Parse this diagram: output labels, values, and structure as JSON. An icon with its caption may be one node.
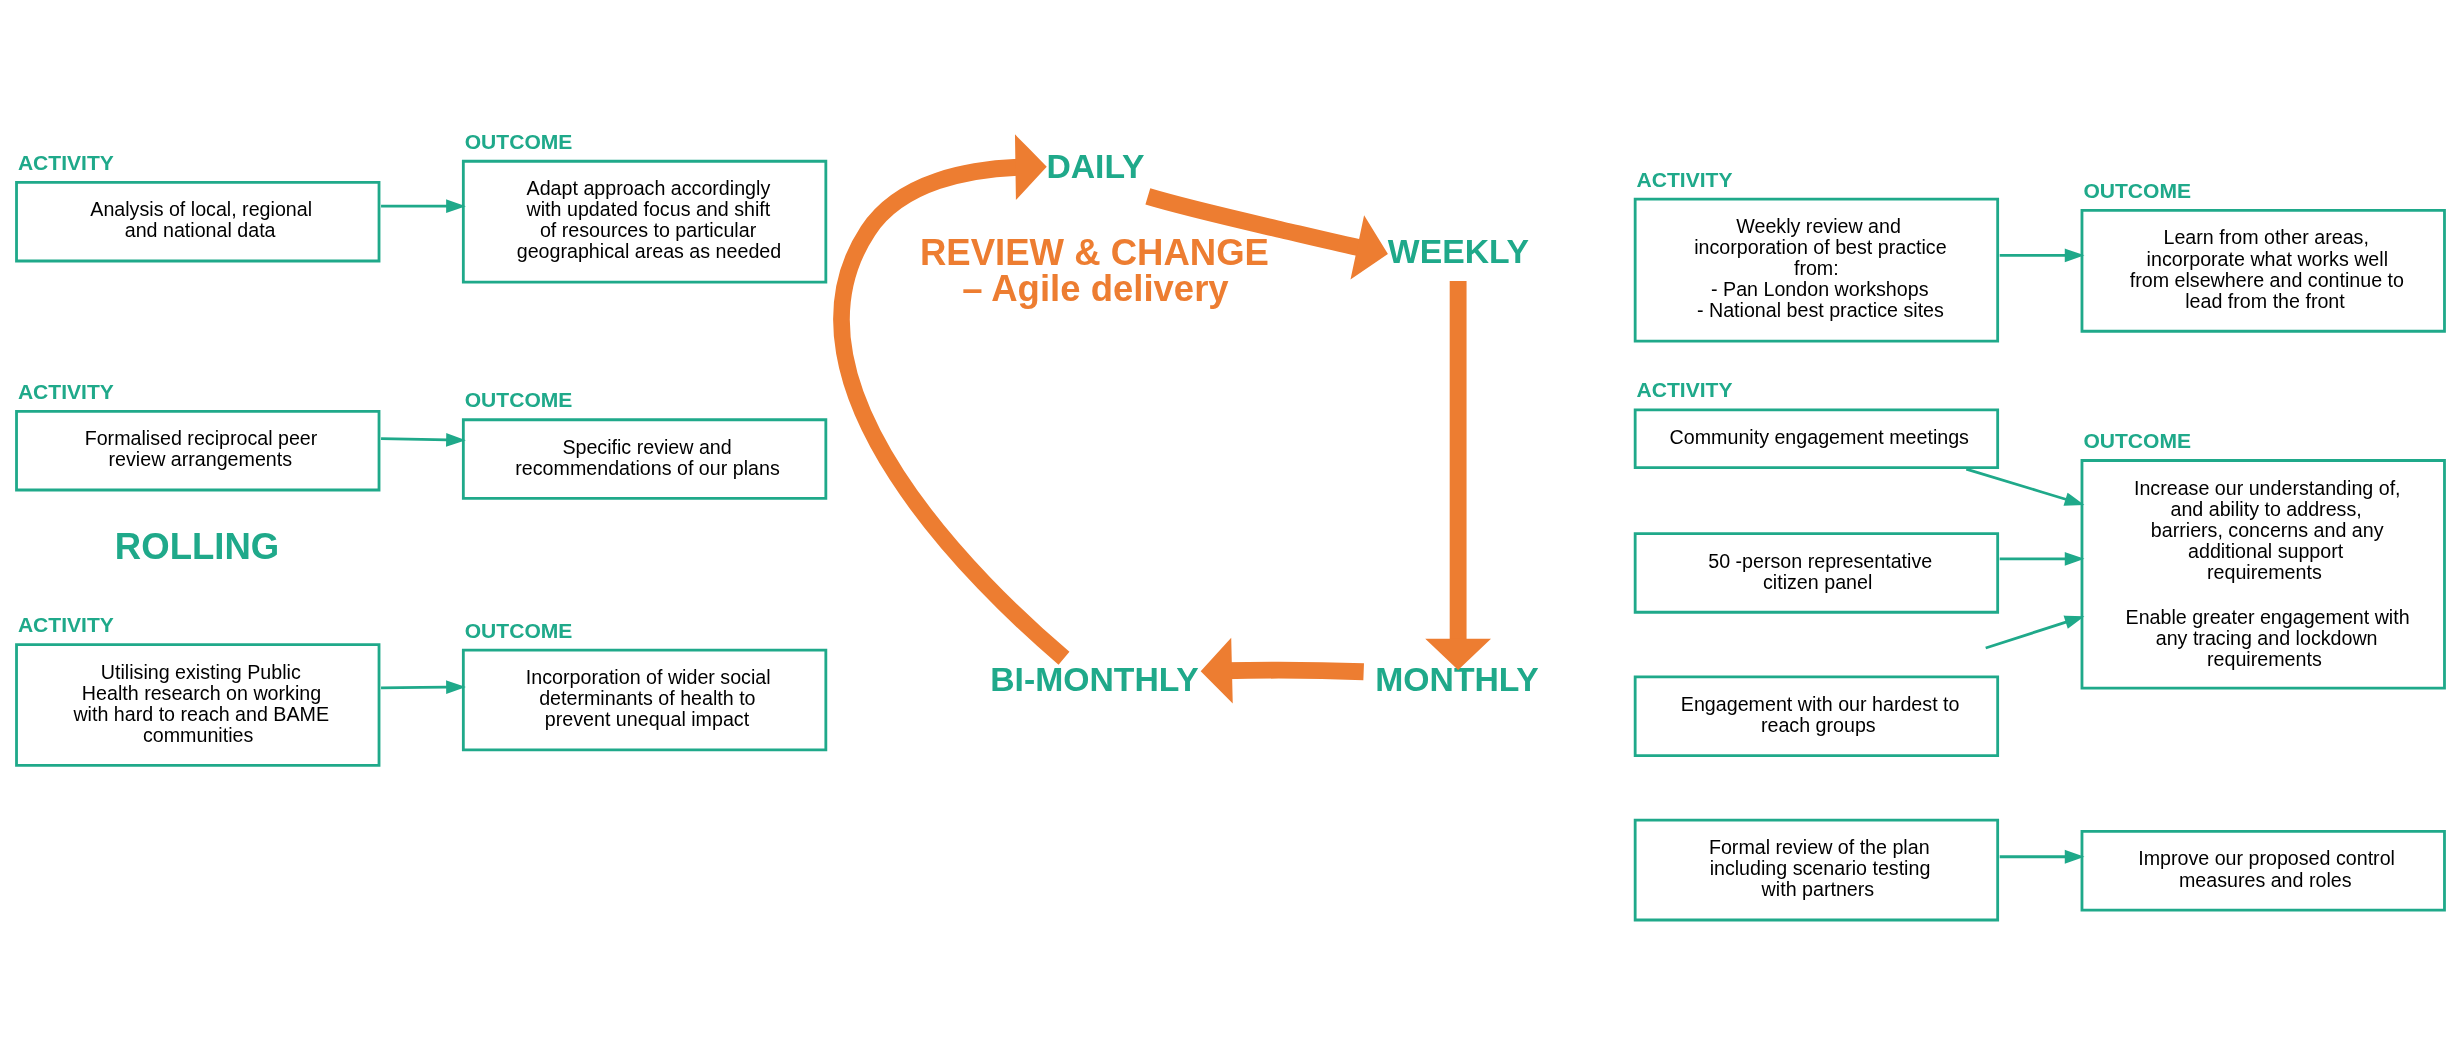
{
  "diagram": {
    "nodes": [
      {
        "text": [
          "ACTIVITY",
          "Analysis of local, regional and national data"
        ]
      },
      {
        "text": [
          "OUTCOME",
          "Adapt approach accordingly with updated focus and shift of resources to particular geographical areas as needed"
        ]
      },
      {
        "text": [
          "DAILY"
        ]
      },
      {
        "text": [
          "WEEKLY"
        ]
      },
      {
        "text": [
          "ACTIVITY",
          "Weekly review and incorporation of best practice from:",
          "- Pan London workshops",
          "- National best practice sites"
        ]
      },
      {
        "text": [
          "OUTCOME",
          "Learn from other areas, incorporate what works well from elsewhere and continue to lead from the front"
        ]
      },
      {
        "text": [
          "ACTIVITY",
          "Formalised reciprocal peer review arrangements"
        ]
      },
      {
        "text": [
          "OUTCOME",
          "Specific review and recommendations of our plans"
        ]
      },
      {
        "text": [
          "MONTHLY"
        ]
      },
      {
        "text": [
          "BI-MONTHLY"
        ]
      },
      {
        "text": [
          "ACTIVITY",
          "Community engagement meetings"
        ]
      },
      {
        "text": [
          "50 -person representative citizen panel"
        ]
      },
      {
        "text": [
          "Engagement with our hardest to reach groups"
        ]
      },
      {
        "text": [
          "OUTCOME",
          "Increase our understanding of, and ability to address, barriers, concerns and any additional support requirements",
          "Enable greater engagement with any tracing and lockdown requirements"
        ]
      },
      {
        "text": [
          "Formal review of the plan including scenario testing with partners"
        ]
      },
      {
        "text": [
          "Improve our proposed control measures and roles"
        ]
      },
      {
        "text": [
          "ACTIVITY",
          "Utilising existing Public Health research on working with hard to reach and BAME communities"
        ]
      },
      {
        "text": [
          "OUTCOME",
          "Incorporation of wider social determinants of health to prevent unequal impact"
        ]
      }
    ],
    "edges": [
      {
        "from": 0,
        "to": 1,
        "arrow": "to"
      },
      {
        "from": 4,
        "to": 5,
        "arrow": "to"
      },
      {
        "from": 6,
        "to": 7,
        "arrow": "to"
      },
      {
        "from": 10,
        "to": 13,
        "arrow": "to"
      },
      {
        "from": 11,
        "to": 13,
        "arrow": "to"
      },
      {
        "from": 12,
        "to": 13,
        "arrow": "to"
      },
      {
        "from": 14,
        "to": 15,
        "arrow": "to"
      },
      {
        "from": 16,
        "to": 17,
        "arrow": "to"
      },
      {
        "from": 2,
        "to": 3,
        "arrow": "to",
        "style": "thick",
        "color": "#ed7d31"
      },
      {
        "from": 3,
        "to": 8,
        "arrow": "to",
        "style": "thick",
        "color": "#ed7d31"
      },
      {
        "from": 8,
        "to": 9,
        "arrow": "to",
        "style": "thick",
        "color": "#ed7d31"
      },
      {
        "from": 9,
        "to": 2,
        "arrow": "to",
        "style": "thick",
        "color": "#ed7d31"
      }
    ],
    "labels": [
      "REVIEW & CHANGE – Agile delivery",
      "ROLLING"
    ]
  }
}
